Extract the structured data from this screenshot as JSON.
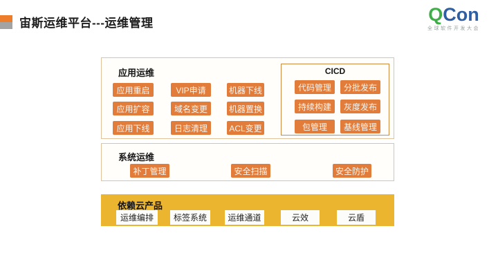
{
  "header": {
    "title": "宙斯运维平台---运维管理",
    "logo": {
      "q": "Q",
      "con": "Con",
      "subtitle": "全球软件开发大会"
    }
  },
  "sections": {
    "app_ops": {
      "label": "应用运维",
      "buttons": [
        "应用重启",
        "VIP申请",
        "机器下线",
        "应用扩容",
        "域名变更",
        "机器置换",
        "应用下线",
        "日志清理",
        "ACL变更"
      ]
    },
    "cicd": {
      "label": "CICD",
      "buttons": [
        "代码管理",
        "分批发布",
        "持续构建",
        "灰度发布",
        "包管理",
        "基线管理"
      ]
    },
    "sys_ops": {
      "label": "系统运维",
      "buttons": [
        "补丁管理",
        "安全扫描",
        "安全防护"
      ]
    },
    "cloud": {
      "label": "依赖云产品",
      "buttons": [
        "运维编排",
        "标签系统",
        "运维通道",
        "云效",
        "云盾"
      ]
    }
  },
  "colors": {
    "button_orange": "#E17C3B",
    "panel_yellow": "#EBB52F",
    "box_border": "#E2C29B",
    "cicd_border": "#CE8A42",
    "marker_orange": "#ED7D2B",
    "marker_gray": "#A3A3A3",
    "logo_green": "#3FAE49",
    "logo_blue": "#2E5FA3"
  }
}
